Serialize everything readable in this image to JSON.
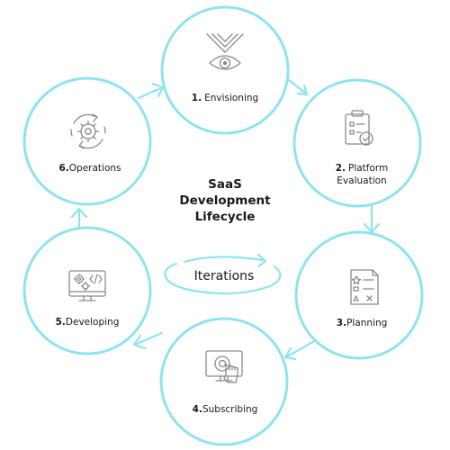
{
  "title": {
    "line1": "SaaS",
    "line2": "Development",
    "line3": "Lifecycle"
  },
  "center_loop": {
    "label": "Iterations"
  },
  "steps": [
    {
      "num": "1.",
      "text": "Envisioning",
      "icon": "eye-icon"
    },
    {
      "num": "2.",
      "text": "Platform",
      "text2": "Evaluation",
      "icon": "clipboard-checklist-icon"
    },
    {
      "num": "3.",
      "text": "Planning",
      "icon": "planning-sheet-icon"
    },
    {
      "num": "4.",
      "text": "Subscribing",
      "icon": "touch-screen-icon"
    },
    {
      "num": "5.",
      "text": "Developing",
      "icon": "monitor-code-gears-icon"
    },
    {
      "num": "6.",
      "text": "Operations",
      "icon": "gear-cycle-icon"
    }
  ],
  "colors": {
    "ring": "#8fe3ef",
    "icon": "#8a8a8a",
    "text": "#1a1a1a"
  }
}
